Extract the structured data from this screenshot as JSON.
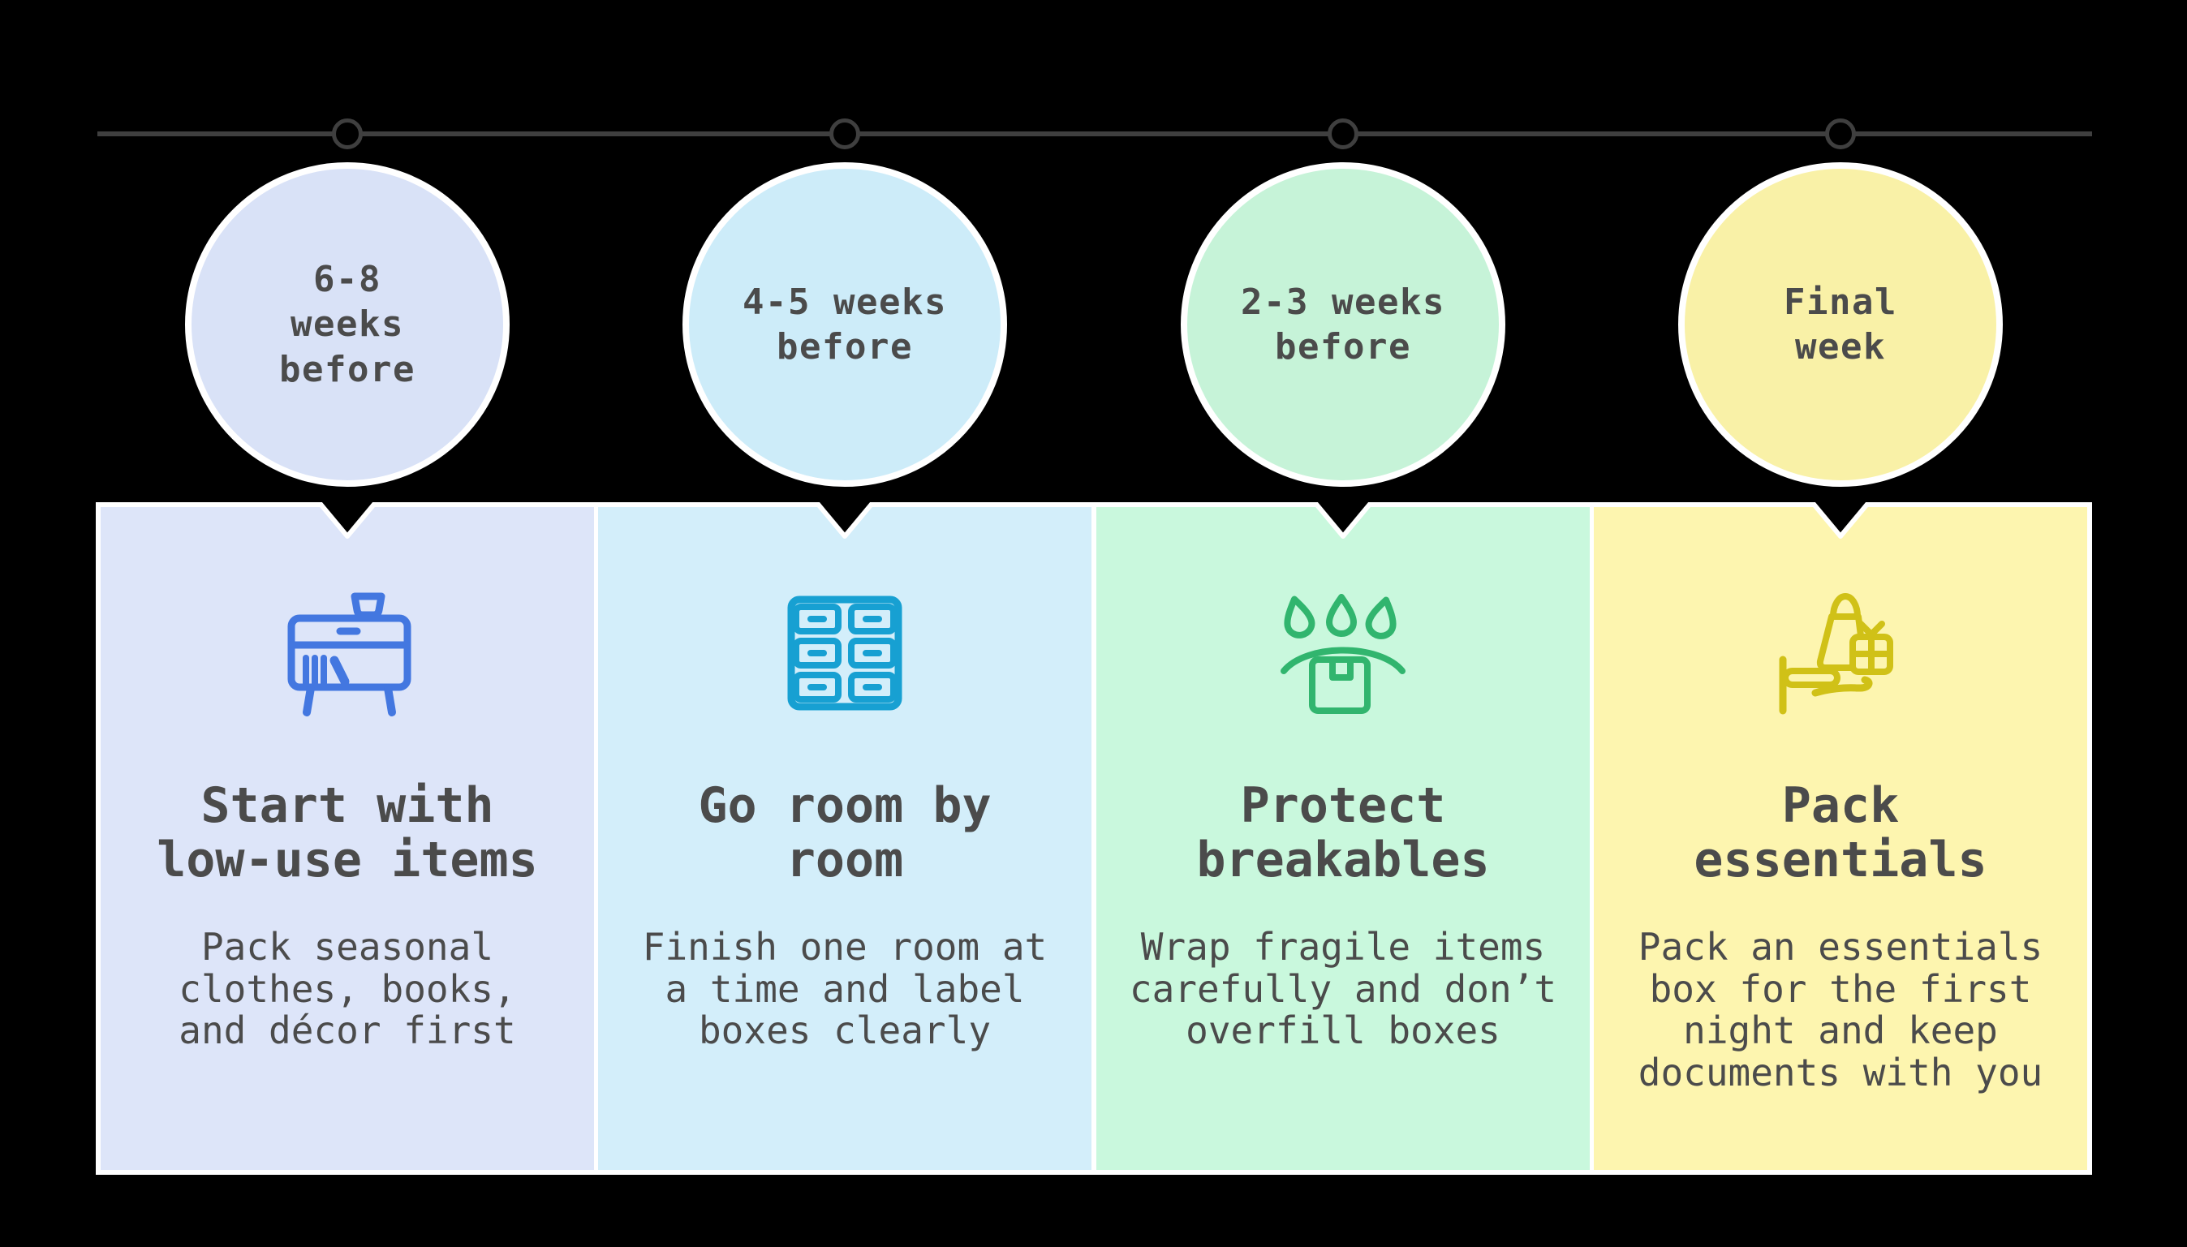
{
  "page": {
    "background": "#000000",
    "axis_color": "#3f3f3f",
    "text_color": "#4b4b4b",
    "card_border_color": "#ffffff"
  },
  "stages": [
    {
      "time_label": "6-8\nweeks\nbefore",
      "title": "Start with\nlow-use items",
      "description": "Pack seasonal\nclothes, books,\nand décor first",
      "icon": "sideboard-books-icon",
      "icon_color": "#4377e0",
      "circle_color": "#d9e2f7",
      "panel_color": "#dde5f9"
    },
    {
      "time_label": "4-5 weeks\nbefore",
      "title": "Go room by\nroom",
      "description": "Finish one room at\na time and label\nboxes clearly",
      "icon": "drawer-cabinet-icon",
      "icon_color": "#17a0d2",
      "circle_color": "#cdecf9",
      "panel_color": "#d3eefa"
    },
    {
      "time_label": "2-3 weeks\nbefore",
      "title": "Protect\nbreakables",
      "description": "Wrap fragile items\ncarefully and don’t\noverfill boxes",
      "icon": "fragile-box-drops-icon",
      "icon_color": "#31b56e",
      "circle_color": "#c6f3d8",
      "panel_color": "#c9f8dd"
    },
    {
      "time_label": "Final\nweek",
      "title": "Pack\nessentials",
      "description": "Pack an essentials\nbox for the first\nnight and keep\ndocuments with you",
      "icon": "hand-holding-essentials-icon",
      "icon_color": "#d0c117",
      "circle_color": "#f9f1a7",
      "panel_color": "#fdf5af"
    }
  ]
}
